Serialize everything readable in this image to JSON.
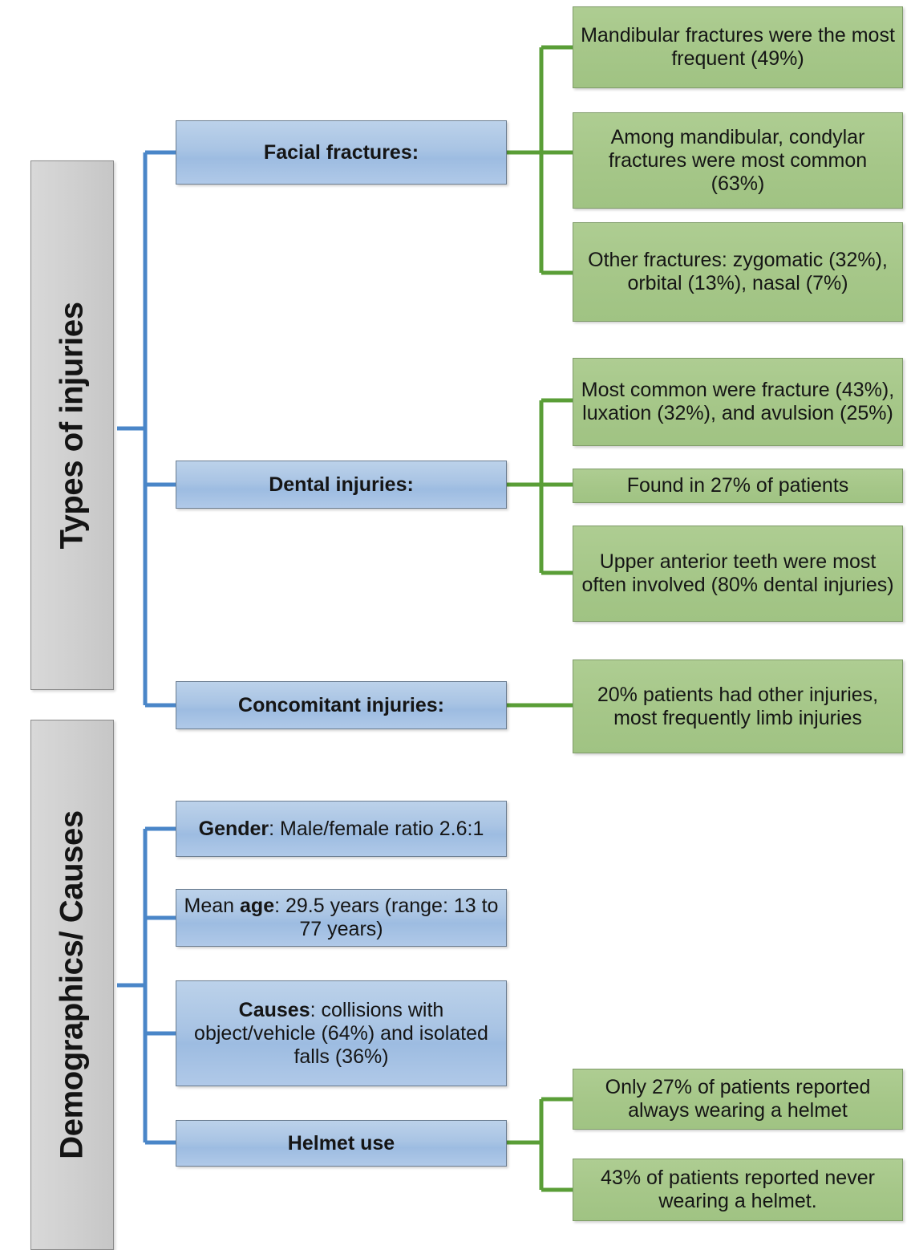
{
  "diagram": {
    "title": "Injury types and demographics flowchart",
    "colors": {
      "blue_fill": "#a9c4e4",
      "blue_border": "#6b7d91",
      "green_fill": "#a6c789",
      "green_border": "#7e9b68",
      "gray_fill": "#cfcfcf",
      "gray_border": "#8a8a8a",
      "blue_connector": "#4a86c8",
      "green_connector": "#5a9e37"
    },
    "groups": [
      {
        "id": "types-of-injuries",
        "label": "Types of injuries"
      },
      {
        "id": "demographics-causes",
        "label": "Demographics/ Causes"
      }
    ],
    "branches": [
      {
        "id": "facial-fractures",
        "label": "Facial fractures:",
        "bold_prefix": "",
        "details": [
          "Mandibular fractures were the most frequent (49%)",
          "Among mandibular, condylar fractures were most common (63%)",
          "Other fractures: zygomatic (32%), orbital (13%), nasal (7%)"
        ]
      },
      {
        "id": "dental-injuries",
        "label": "Dental injuries:",
        "bold_prefix": "",
        "details": [
          "Most common were fracture (43%), luxation (32%), and avulsion (25%)",
          "Found in 27% of patients",
          "Upper anterior teeth were most often involved (80% dental injuries)"
        ]
      },
      {
        "id": "concomitant-injuries",
        "label": "Concomitant injuries:",
        "bold_prefix": "",
        "details": [
          "20% patients had other injuries, most frequently limb injuries"
        ]
      },
      {
        "id": "gender",
        "bold_prefix": "Gender",
        "label": ": Male/female ratio 2.6:1",
        "details": []
      },
      {
        "id": "mean-age",
        "prefix_plain": "Mean ",
        "bold_prefix": "age",
        "label": ": 29.5 years (range: 13 to 77 years)",
        "details": []
      },
      {
        "id": "causes",
        "bold_prefix": "Causes",
        "label": ": collisions with object/vehicle (64%) and isolated falls (36%)",
        "details": []
      },
      {
        "id": "helmet-use",
        "bold_prefix": "",
        "label": "Helmet use",
        "details": [
          "Only 27% of patients reported always wearing a helmet",
          "43% of patients reported never wearing a helmet."
        ]
      }
    ]
  }
}
